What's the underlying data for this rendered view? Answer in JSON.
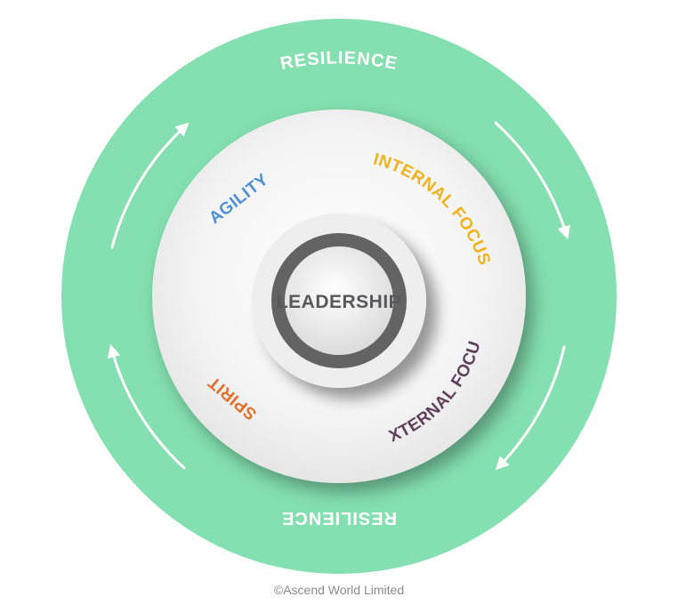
{
  "outer_ring": {
    "top_label": "RESILIENCE",
    "bottom_label": "RESILIENCE",
    "color": "#84e0b0"
  },
  "segments": {
    "agility": {
      "label": "AGILITY",
      "color": "#4f8fd6"
    },
    "internal_focus": {
      "label": "INTERNAL FOCUS",
      "color": "#f2b21b"
    },
    "external_focus": {
      "label": "EXTERNAL FOCUS",
      "color": "#5e3f5c"
    },
    "spirit": {
      "label": "SPIRIT",
      "color": "#e0702e"
    }
  },
  "center": {
    "label": "LEADERSHIP",
    "ring_color": "#636363"
  },
  "footer": {
    "copyright": "©Ascend World Limited"
  }
}
